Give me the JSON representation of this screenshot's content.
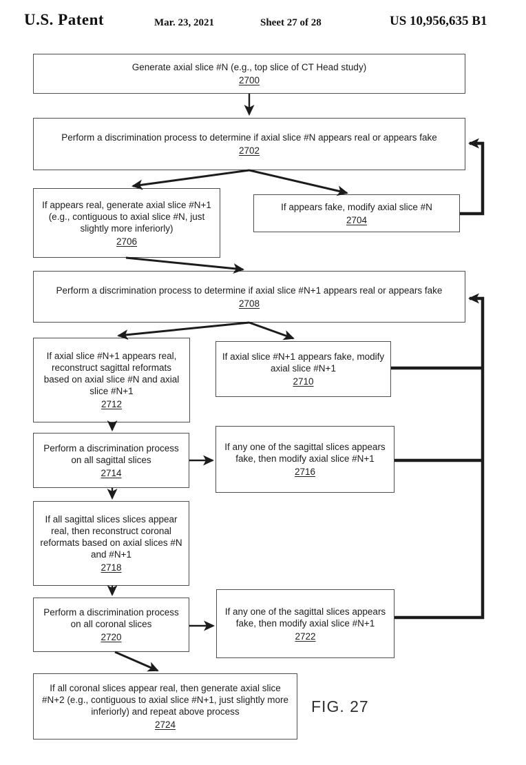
{
  "header": {
    "patent_label": "U.S. Patent",
    "date": "Mar. 23, 2021",
    "sheet_info": "Sheet 27 of 28",
    "patent_number": "US 10,956,635 B1"
  },
  "figure_label": "FIG. 27",
  "boxes": [
    {
      "id": "2700",
      "text": "Generate axial slice #N (e.g., top slice of CT Head study)",
      "ref": "2700"
    },
    {
      "id": "2702",
      "text": "Perform a discrimination process to determine if axial slice #N appears real or appears fake",
      "ref": "2702"
    },
    {
      "id": "2706",
      "text": "If appears real, generate axial slice #N+1 (e.g., contiguous to axial slice #N, just slightly more inferiorly)",
      "ref": "2706"
    },
    {
      "id": "2704",
      "text": "If appears fake, modify axial slice #N",
      "ref": "2704"
    },
    {
      "id": "2708",
      "text": "Perform a discrimination process to determine if axial slice #N+1 appears real or appears fake",
      "ref": "2708"
    },
    {
      "id": "2712",
      "text": "If axial slice #N+1 appears real, reconstruct sagittal reformats based on axial slice #N and axial slice #N+1",
      "ref": "2712"
    },
    {
      "id": "2710",
      "text": "If axial slice #N+1 appears fake, modify axial slice #N+1",
      "ref": "2710"
    },
    {
      "id": "2714",
      "text": "Perform a discrimination process on all sagittal slices",
      "ref": "2714"
    },
    {
      "id": "2716",
      "text": "If any one of the sagittal slices appears fake, then modify axial slice #N+1",
      "ref": "2716"
    },
    {
      "id": "2718",
      "text": "If all sagittal slices slices appear real, then reconstruct coronal reformats based on axial slices #N and #N+1",
      "ref": "2718"
    },
    {
      "id": "2720",
      "text": "Perform a discrimination process on all coronal slices",
      "ref": "2720"
    },
    {
      "id": "2722",
      "text": "If any one of the sagittal slices appears fake, then modify axial slice #N+1",
      "ref": "2722"
    },
    {
      "id": "2724",
      "text": "If all coronal slices appear real, then generate axial slice #N+2 (e.g., contiguous to axial slice #N+1, just slightly more inferiorly)  and repeat above process",
      "ref": "2724"
    }
  ]
}
